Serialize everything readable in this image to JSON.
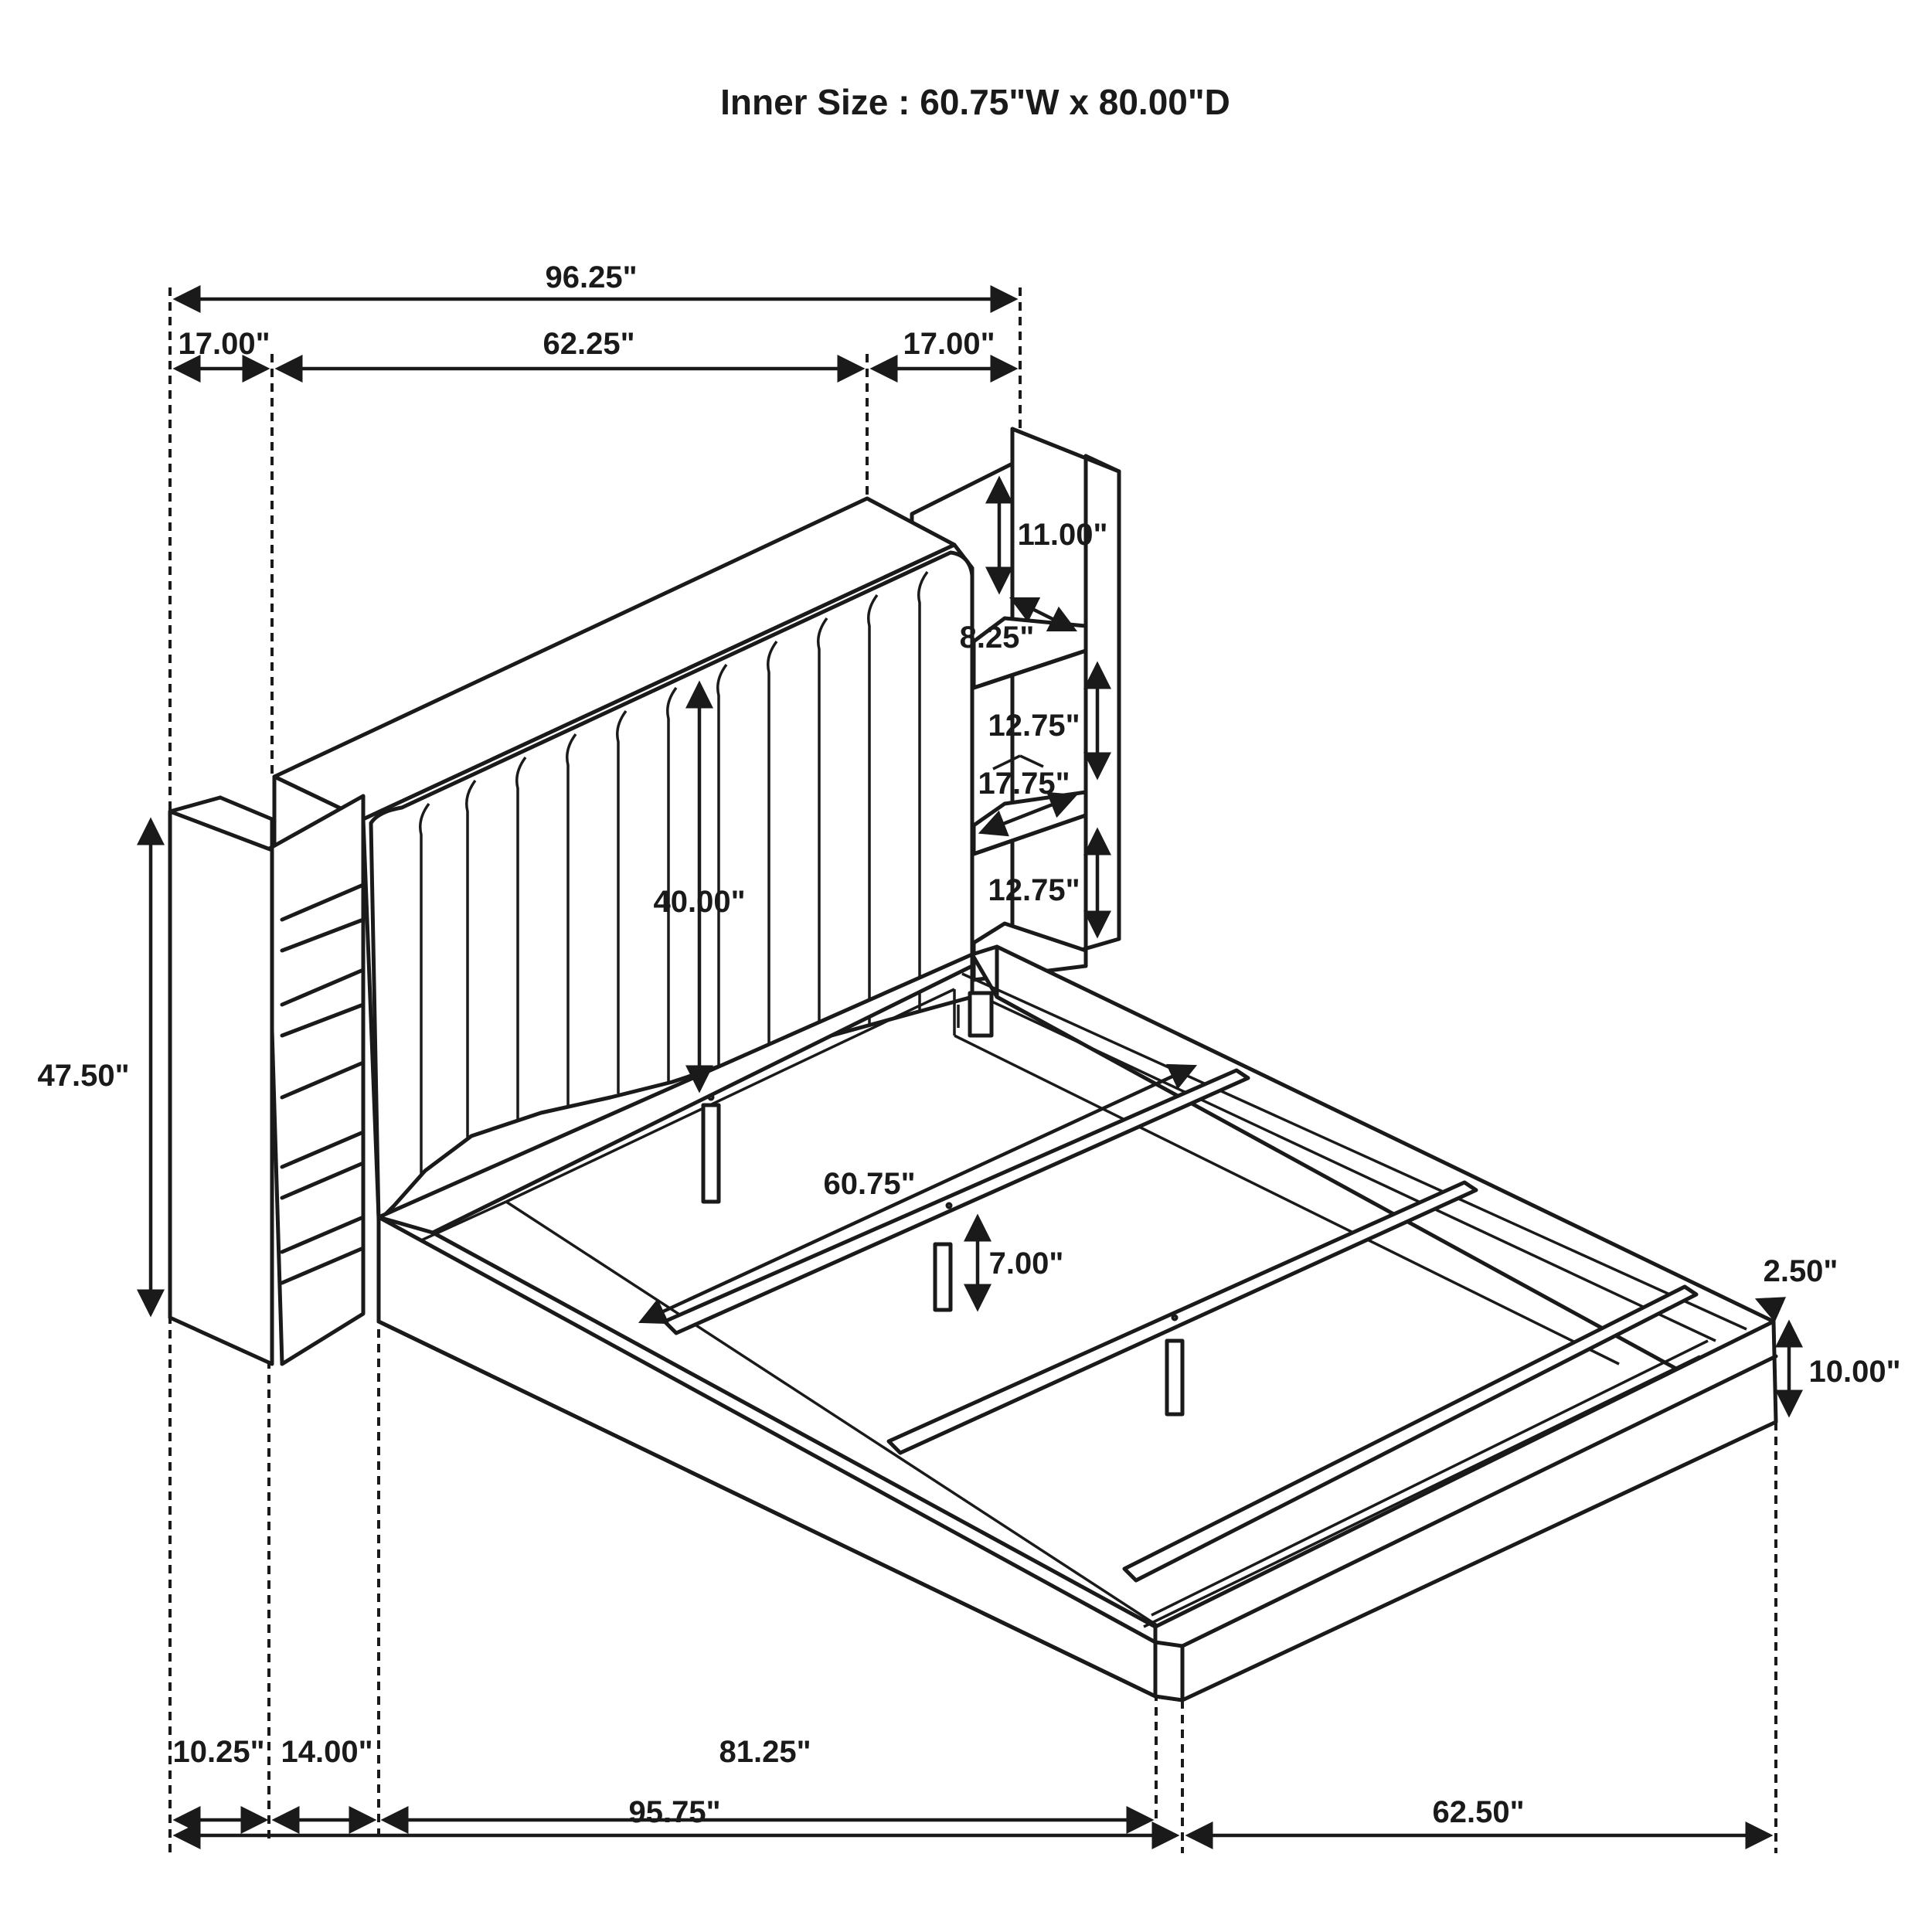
{
  "title": "Inner Size : 60.75\"W x 80.00\"D",
  "dimensions": {
    "overall_width": "96.25\"",
    "left_wing_width": "17.00\"",
    "headboard_width": "62.25\"",
    "right_wing_width": "17.00\"",
    "overall_height": "47.50\"",
    "headboard_panel_height": "40.00\"",
    "top_shelf_height": "11.00\"",
    "shelf_depth": "8.25\"",
    "middle_shelf_height": "12.75\"",
    "shelf_width": "17.75\"",
    "bottom_shelf_height": "12.75\"",
    "inner_width": "60.75\"",
    "under_clearance": "7.00\"",
    "rail_thickness": "2.50\"",
    "rail_height": "10.00\"",
    "wing_depth": "10.25\"",
    "headboard_depth": "14.00\"",
    "rail_length": "81.25\"",
    "overall_length": "95.75\"",
    "footboard_width": "62.50\""
  },
  "colors": {
    "line": "#1a1a1a",
    "background": "#ffffff"
  }
}
